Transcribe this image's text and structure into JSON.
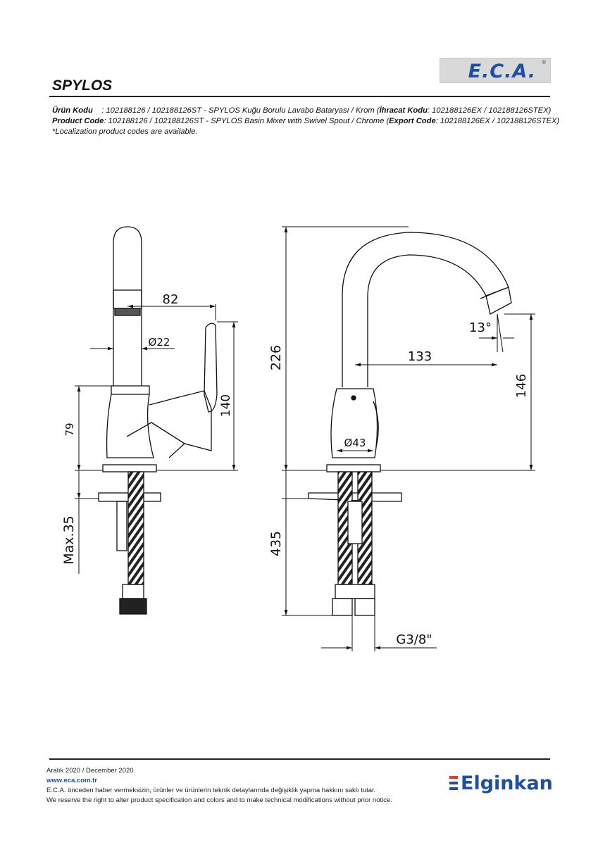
{
  "header": {
    "logo_text": "E.C.A.",
    "logo_reg": "®",
    "title": "SPYLOS"
  },
  "description": {
    "tr_label": "Ürün Kodu",
    "tr_text": ": 102188126 / 102188126ST - SPYLOS Kuğu Borulu Lavabo Bataryası  / Krom (",
    "tr_export_label": "İhracat Kodu",
    "tr_export_text": ": 102188126EX / 102188126STEX)",
    "en_label": "Product Code",
    "en_text": ": 102188126 / 102188126ST - SPYLOS  Basin Mixer with Swivel Spout / Chrome (",
    "en_export_label": "Export Code",
    "en_export_text": ": 102188126EX / 102188126STEX)",
    "note": "*Localization product codes are available."
  },
  "dimensions": {
    "side_82": "82",
    "side_d22": "Ø22",
    "side_140": "140",
    "side_79": "79",
    "side_max35": "Max.35",
    "front_226": "226",
    "front_13deg": "13°",
    "front_133": "133",
    "front_146": "146",
    "front_d43": "Ø43",
    "front_435": "435",
    "front_g38": "G3/8\""
  },
  "footer": {
    "date": "Aralık 2020 / December 2020",
    "url": "www.eca.com.tr",
    "disclaimer_tr": "E.C.A. önceden haber vermeksizin, ürünler ve ürünlerin teknik detaylarında değişiklik yapma hakkını saklı tutar.",
    "disclaimer_en": "We reserve the right to alter product specification and colors and to make technical modifications without prior notice.",
    "brand": "Elginkan"
  },
  "colors": {
    "brand_blue": "#1f4fa3",
    "brand_red": "#e63a2e"
  }
}
